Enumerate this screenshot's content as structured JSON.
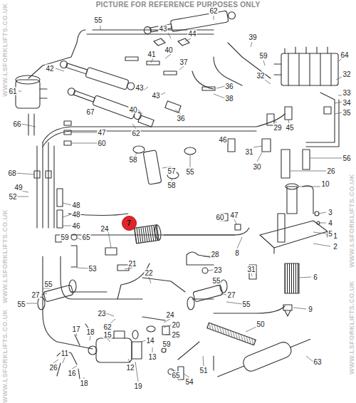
{
  "diagram": {
    "nodes": [
      {
        "text": [
          "7"
        ]
      }
    ],
    "labels": [
      "PICTURE FOR REFERENCE PURPOSES ONLY",
      "WWW.LSFORKLIFTS.CO.UK",
      "WWW.LSFORKLIFTS.CO.UK",
      "WWW.LSFORKLIFTS.CO.UK",
      "WWW.LSFORKLIFTS.CO.UK",
      "WWW.LSFORKLIFTS.CO.UK",
      "62",
      "55",
      "43",
      "44",
      "40",
      "39",
      "41",
      "59",
      "37",
      "64",
      "42",
      "32",
      "32",
      "43",
      "61",
      "43",
      "36",
      "38",
      "40",
      "36",
      "62",
      "67",
      "47",
      "60",
      "66",
      "33",
      "34",
      "35",
      "29",
      "45",
      "46",
      "31",
      "30",
      "56",
      "26",
      "58",
      "57",
      "58",
      "55",
      "68",
      "49",
      "52",
      "48",
      "48",
      "46",
      "10",
      "3",
      "4",
      "5",
      "1",
      "2",
      "60",
      "47",
      "24",
      "59",
      "65",
      "28",
      "8",
      "53",
      "21",
      "22",
      "23",
      "31",
      "6",
      "27",
      "55",
      "55",
      "55",
      "27",
      "55",
      "23",
      "62",
      "24",
      "9",
      "25",
      "20",
      "17",
      "18",
      "15",
      "14",
      "13",
      "50",
      "59",
      "11",
      "12",
      "19",
      "65",
      "54",
      "51",
      "63",
      "26",
      "16",
      "18"
    ]
  }
}
